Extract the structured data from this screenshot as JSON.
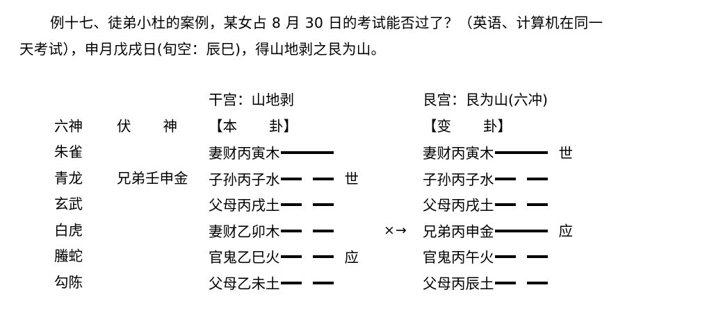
{
  "intro": {
    "line1": "例十七、徒弟小杜的案例，某女占 8 月 30 日的考试能否过了？（英语、计算机在同一",
    "line2": "天考试），申月戊戌日(旬空：辰巳)，得山地剥之艮为山。"
  },
  "chart": {
    "palace_original": "干宫：山地剥",
    "palace_changed": "艮宫：艮为山(六冲)",
    "header": {
      "six_gods": "六神",
      "hidden_a": "伏",
      "hidden_b": "神",
      "main_bracket_open": "【本",
      "main_bracket_close": "卦】",
      "changed_bracket_open": "【变",
      "changed_bracket_close": "卦】"
    },
    "rows": [
      {
        "god": "朱雀",
        "hidden": "",
        "main_text": "妻财丙寅木",
        "main_line": "solid",
        "main_mark": "",
        "arrow": "",
        "changed_text": "妻财丙寅木",
        "changed_line": "solid",
        "changed_mark": "世"
      },
      {
        "god": "青龙",
        "hidden": "兄弟壬申金",
        "main_text": "子孙丙子水",
        "main_line": "broken",
        "main_mark": "世",
        "arrow": "",
        "changed_text": "子孙丙子水",
        "changed_line": "broken",
        "changed_mark": ""
      },
      {
        "god": "玄武",
        "hidden": "",
        "main_text": "父母丙戌土",
        "main_line": "broken",
        "main_mark": "",
        "arrow": "",
        "changed_text": "父母丙戌土",
        "changed_line": "broken",
        "changed_mark": ""
      },
      {
        "god": "白虎",
        "hidden": "",
        "main_text": "妻财乙卯木",
        "main_line": "broken",
        "main_mark": "",
        "arrow": "×→",
        "changed_text": "兄弟丙申金",
        "changed_line": "solid",
        "changed_mark": "应"
      },
      {
        "god": "螣蛇",
        "hidden": "",
        "main_text": "官鬼乙巳火",
        "main_line": "broken",
        "main_mark": "应",
        "arrow": "",
        "changed_text": "官鬼丙午火",
        "changed_line": "broken",
        "changed_mark": ""
      },
      {
        "god": "勾陈",
        "hidden": "",
        "main_text": "父母乙未土",
        "main_line": "broken",
        "main_mark": "",
        "arrow": "",
        "changed_text": "父母丙辰土",
        "changed_line": "broken",
        "changed_mark": ""
      }
    ]
  }
}
